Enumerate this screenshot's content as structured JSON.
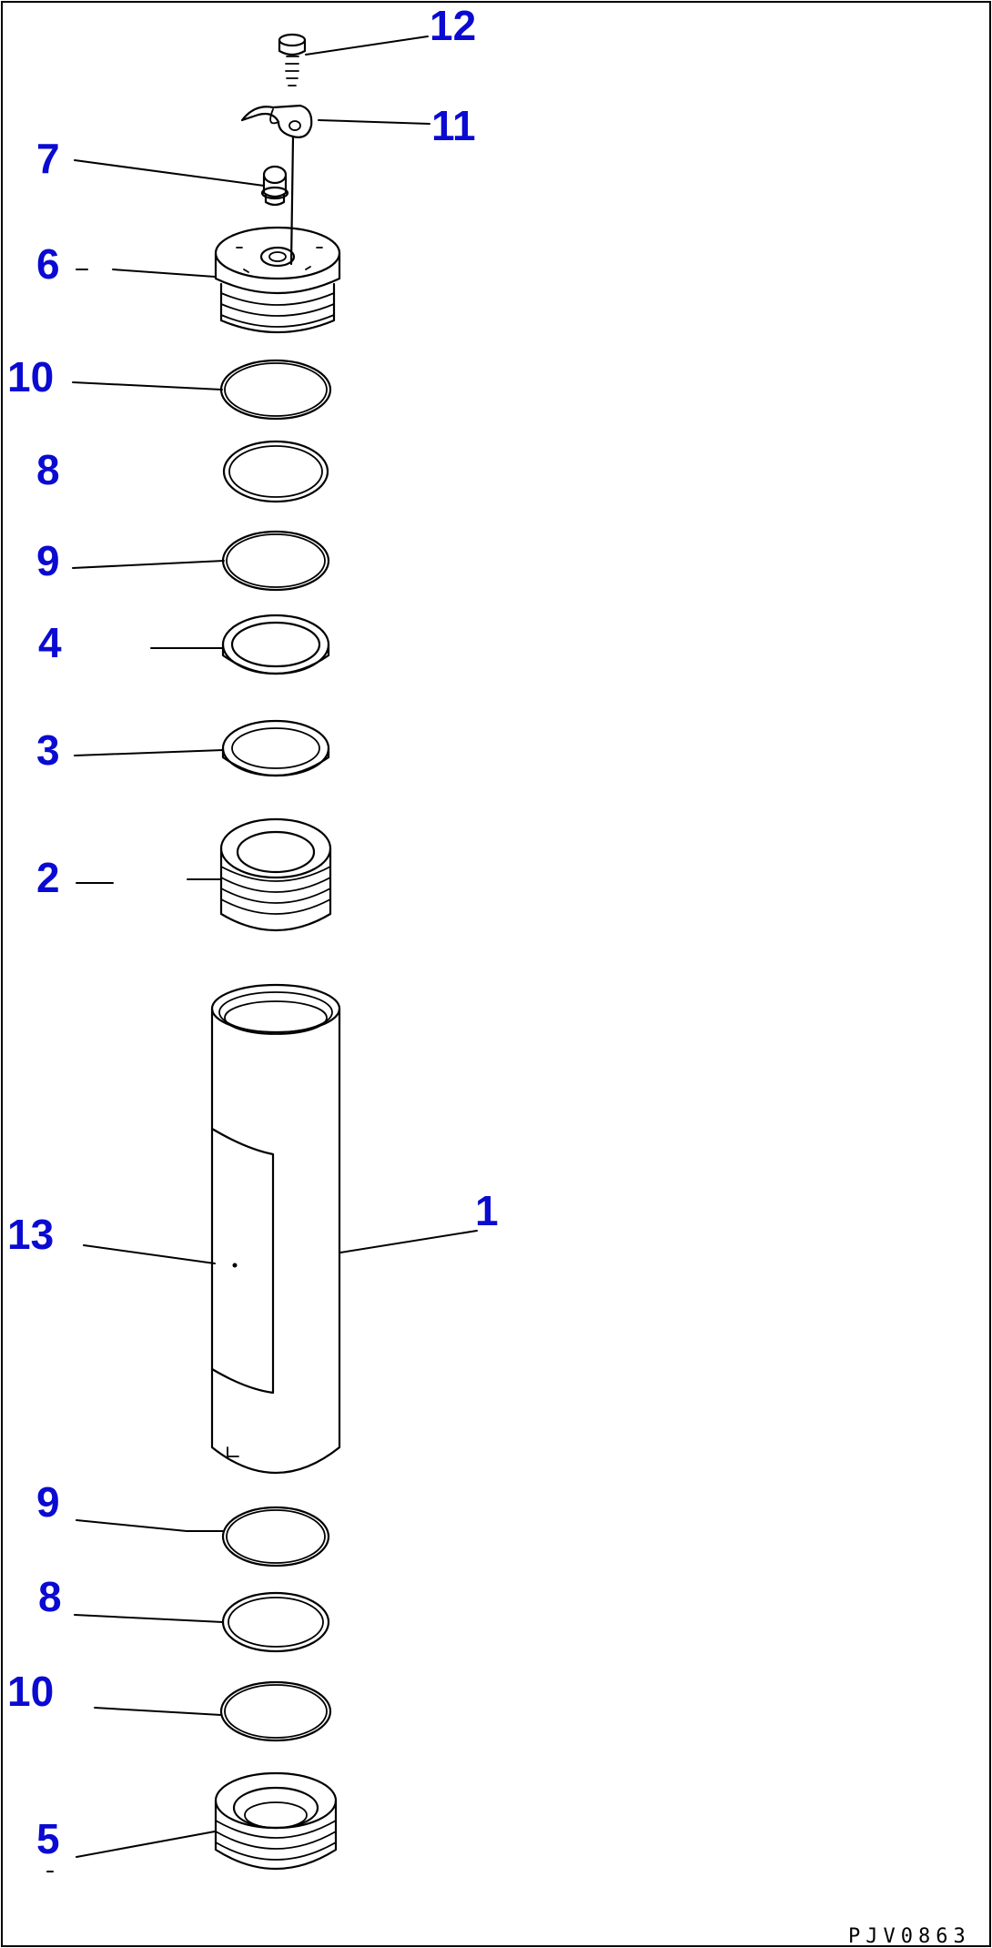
{
  "diagram": {
    "colors": {
      "callout": "#0a0ad2",
      "line": "#000000",
      "background": "#ffffff"
    },
    "callouts": [
      {
        "id": "c12",
        "label": "12"
      },
      {
        "id": "c11",
        "label": "11"
      },
      {
        "id": "c7",
        "label": "7"
      },
      {
        "id": "c6",
        "label": "6"
      },
      {
        "id": "c10a",
        "label": "10"
      },
      {
        "id": "c8a",
        "label": "8"
      },
      {
        "id": "c9a",
        "label": "9"
      },
      {
        "id": "c4",
        "label": "4"
      },
      {
        "id": "c3",
        "label": "3"
      },
      {
        "id": "c2",
        "label": "2"
      },
      {
        "id": "c13",
        "label": "13"
      },
      {
        "id": "c1",
        "label": "1"
      },
      {
        "id": "c9b",
        "label": "9"
      },
      {
        "id": "c8b",
        "label": "8"
      },
      {
        "id": "c10b",
        "label": "10"
      },
      {
        "id": "c5",
        "label": "5"
      }
    ],
    "drawing_code": "PJV0863"
  }
}
